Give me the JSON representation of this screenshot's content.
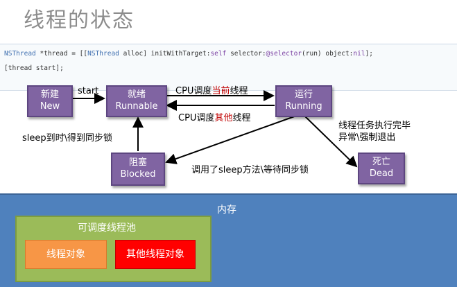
{
  "title": "线程的状态",
  "code": {
    "line1": [
      {
        "t": "NSThread",
        "c": "c"
      },
      {
        "t": " *thread = [[",
        "c": ""
      },
      {
        "t": "NSThread",
        "c": "c"
      },
      {
        "t": " alloc] initWithTarget:",
        "c": ""
      },
      {
        "t": "self",
        "c": "k"
      },
      {
        "t": " selector:",
        "c": ""
      },
      {
        "t": "@selector",
        "c": "k"
      },
      {
        "t": "(run) object:",
        "c": ""
      },
      {
        "t": "nil",
        "c": "k"
      },
      {
        "t": "];",
        "c": ""
      }
    ],
    "line2": "[thread start];"
  },
  "states": {
    "new": {
      "zh": "新建",
      "en": "New"
    },
    "runnable": {
      "zh": "就绪",
      "en": "Runnable"
    },
    "running": {
      "zh": "运行",
      "en": "Running"
    },
    "blocked": {
      "zh": "阻塞",
      "en": "Blocked"
    },
    "dead": {
      "zh": "死亡",
      "en": "Dead"
    }
  },
  "transitions": {
    "start": "start",
    "cpu_current_pre": "CPU调度",
    "cpu_current_red": "当前",
    "cpu_current_post": "线程",
    "cpu_other_pre": "CPU调度",
    "cpu_other_red": "其他",
    "cpu_other_post": "线程",
    "sleep_done": "sleep到时\\得到同步锁",
    "sleep_call": "调用了sleep方法\\等待同步锁",
    "finish_line1": "线程任务执行完毕",
    "finish_line2": "异常\\强制退出"
  },
  "memory": {
    "title": "内存",
    "pool_title": "可调度线程池",
    "obj1": "线程对象",
    "obj2": "其他线程对象"
  },
  "colors": {
    "state_fill": "#8064a2",
    "memory_fill": "#4f81bd",
    "pool_fill": "#9bbb59",
    "object_fill": "#f79646",
    "other_object_fill": "#ff0000",
    "highlight_text": "#c00000"
  }
}
